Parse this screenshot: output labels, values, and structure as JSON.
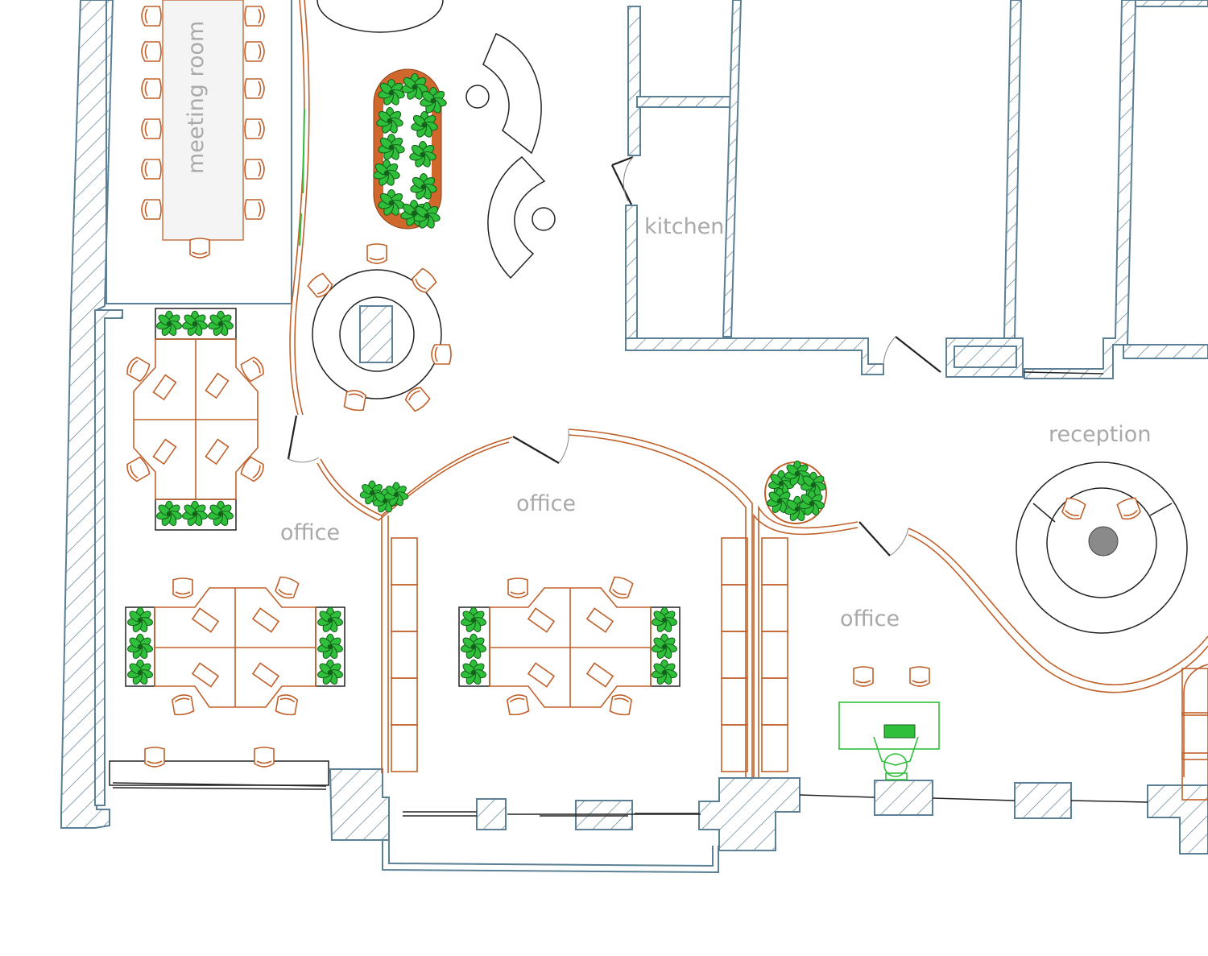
{
  "floor_plan": {
    "rooms": [
      {
        "id": "meeting-room",
        "label": "meeting room"
      },
      {
        "id": "kitchen",
        "label": "kitchen"
      },
      {
        "id": "office-west",
        "label": "office"
      },
      {
        "id": "office-middle",
        "label": "office"
      },
      {
        "id": "office-east",
        "label": "office"
      },
      {
        "id": "reception",
        "label": "reception"
      }
    ]
  },
  "colors": {
    "wall": "#5b7f95",
    "furniture": "#c0602a",
    "plant": "#2fbf3a",
    "label": "#a9a9a9",
    "meeting_table": "#f4f4f4",
    "planter_soil": "#d0682d",
    "stool": "#8a8a8a"
  },
  "icons": [
    "chair-icon",
    "plant-icon",
    "door-icon",
    "window-icon",
    "desk-icon",
    "round-table-icon",
    "sofa-icon",
    "reception-desk-icon",
    "person-icon"
  ]
}
